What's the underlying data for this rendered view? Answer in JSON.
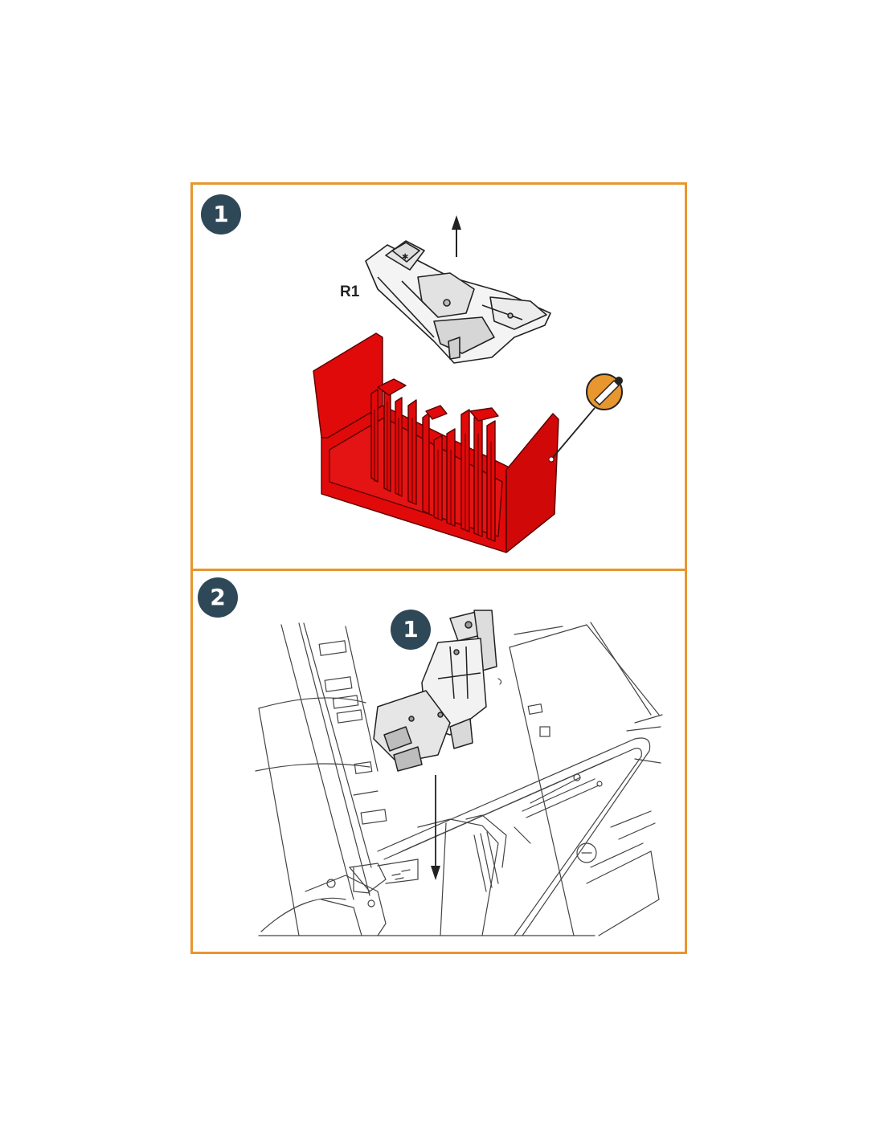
{
  "colors": {
    "frame": "#e8962e",
    "badge": "#2f4858",
    "part_highlight": "#e00a0a",
    "line": "#222222"
  },
  "steps": [
    {
      "number": "1",
      "part_label": "R1"
    },
    {
      "number": "2",
      "reference_badge": "1"
    }
  ],
  "icons": {
    "step1_tool": "cutter-tool-icon",
    "step1_arrow": "arrow-up-icon",
    "step2_arrow": "arrow-down-icon"
  }
}
